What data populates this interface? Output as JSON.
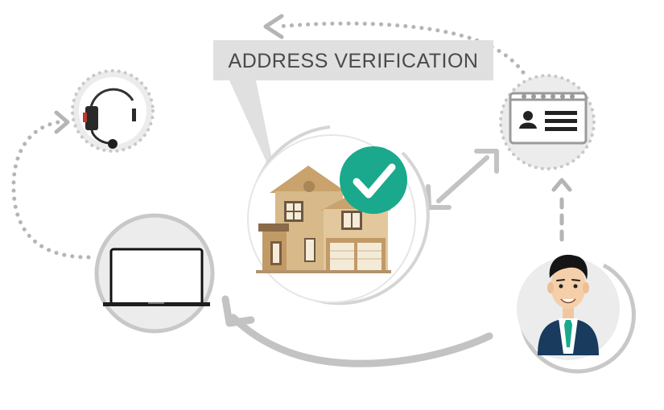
{
  "title_callout": {
    "text": "ADDRESS VERIFICATION"
  },
  "nodes": [
    {
      "id": "house",
      "icon": "house-icon",
      "status_icon": "checkmark-icon"
    },
    {
      "id": "support",
      "icon": "headset-icon"
    },
    {
      "id": "id-card",
      "icon": "id-card-icon"
    },
    {
      "id": "laptop",
      "icon": "laptop-icon"
    },
    {
      "id": "customer",
      "icon": "businessman-icon"
    }
  ],
  "colors": {
    "circle_fill": "#ececec",
    "circle_stroke": "#c8c8c8",
    "arrow": "#c3c3c3",
    "dotted": "#b5b5b5",
    "label_bg": "#e0e0e0",
    "label_text": "#4a4a4a",
    "check_green": "#1aa98c",
    "house_wall": "#d8b98a",
    "house_roof": "#c9a26d",
    "tie": "#1aa98c",
    "suit": "#183b5e"
  }
}
